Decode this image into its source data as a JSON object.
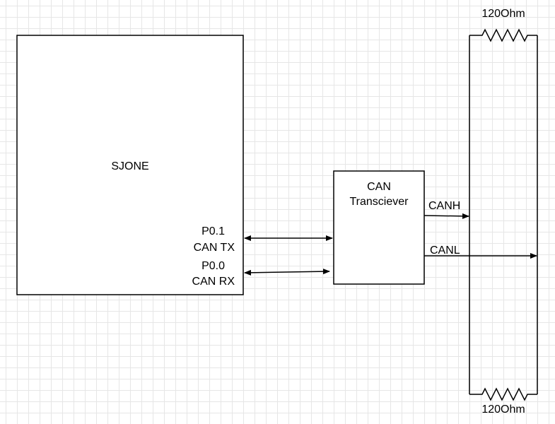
{
  "labels": {
    "mcu": "SJONE",
    "transceiver_line1": "CAN",
    "transceiver_line2": "Transciever",
    "tx_pin": "P0.1",
    "tx_signal": "CAN TX",
    "rx_pin": "P0.0",
    "rx_signal": "CAN RX",
    "canh": "CANH",
    "canl": "CANL",
    "resistor_top": "120Ohm",
    "resistor_bottom": "120Ohm"
  },
  "colors": {
    "line": "#000000",
    "background": "#ffffff",
    "grid": "#e6e6e6"
  }
}
